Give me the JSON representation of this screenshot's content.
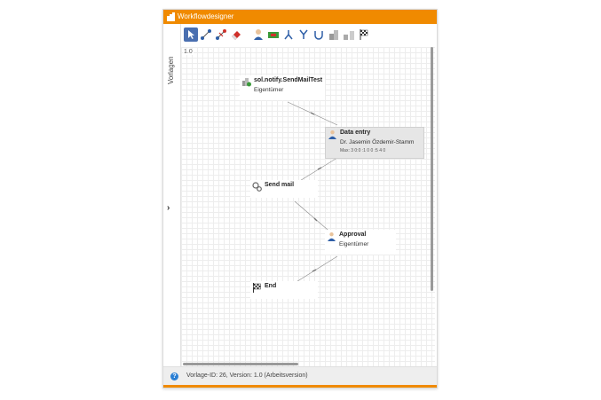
{
  "window": {
    "title": "Workflowdesigner"
  },
  "side_panel": {
    "label": "Vorlagen",
    "expand_glyph": "›"
  },
  "toolbar": {
    "buttons": [
      {
        "name": "select-tool-icon",
        "active": true
      },
      {
        "name": "connect-tool-icon",
        "active": false
      },
      {
        "name": "disconnect-tool-icon",
        "active": false
      },
      {
        "name": "eraser-tool-icon",
        "active": false
      },
      {
        "name": "user-node-icon",
        "active": false
      },
      {
        "name": "form-node-icon",
        "active": false
      },
      {
        "name": "split-node-icon",
        "active": false
      },
      {
        "name": "merge-node-icon",
        "active": false
      },
      {
        "name": "loop-node-icon",
        "active": false
      },
      {
        "name": "script-node-icon",
        "active": false
      },
      {
        "name": "subworkflow-node-icon",
        "active": false
      },
      {
        "name": "end-flag-icon",
        "active": false
      }
    ]
  },
  "canvas": {
    "version_label": "1.0",
    "nodes": {
      "sendmailtest": {
        "title": "sol.notify.SendMailTest",
        "subtitle": "Eigentümer"
      },
      "data_entry": {
        "title": "Data entry",
        "subtitle": "Dr. Jasemin Özdemir-Stamm",
        "extra": "Max: 3 0:0 :1 0 0 :5 4 0"
      },
      "send_mail": {
        "title": "Send mail"
      },
      "approval": {
        "title": "Approval",
        "subtitle": "Eigentümer"
      },
      "end": {
        "title": "End"
      }
    }
  },
  "status": {
    "help_glyph": "?",
    "text": "Vorlage-ID: 26, Version: 1.0 (Arbeitsversion)"
  },
  "colors": {
    "accent": "#f08a00",
    "selected_tool": "#4a6fb0",
    "user_blue": "#2f5fa7"
  }
}
